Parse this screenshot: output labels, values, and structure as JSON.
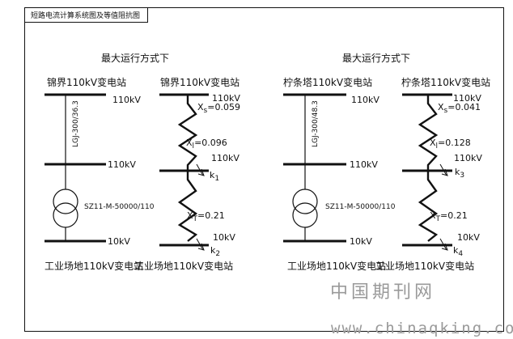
{
  "header": {
    "title": "短路电流计算系统图及等值阻抗图"
  },
  "left": {
    "mode_title": "最大运行方式下",
    "system": {
      "station_top": "锦界110kV变电站",
      "bus_top": "110kV",
      "line_label": "LGJ-300/36.3",
      "bus_mid": "110kV",
      "transformer_label": "SZ11-M-50000/110",
      "bus_bottom": "10kV",
      "station_bottom": "工业场地110kV变电站"
    },
    "equivalent": {
      "station_top": "锦界110kV变电站",
      "bus_top": "110kV",
      "xs": "X",
      "xs_sub": "s",
      "xs_val": "=0.059",
      "xl": "X",
      "xl_sub": "l",
      "xl_val": "=0.096",
      "bus_mid": "110kV",
      "k_mid": "k",
      "k_mid_sub": "1",
      "xt": "X",
      "xt_sub": "T",
      "xt_val": "=0.21",
      "bus_bottom": "10kV",
      "k_bottom": "k",
      "k_bottom_sub": "2",
      "station_bottom": "工业场地110kV变电站"
    }
  },
  "right": {
    "mode_title": "最大运行方式下",
    "system": {
      "station_top": "柠条塔110kV变电站",
      "bus_top": "110kV",
      "line_label": "LGJ-300/48.3",
      "bus_mid": "110kV",
      "transformer_label": "SZ11-M-50000/110",
      "bus_bottom": "10kV",
      "station_bottom": "工业场地110kV变电站"
    },
    "equivalent": {
      "station_top": "柠条塔110kV变电站",
      "bus_top": "110kV",
      "xs": "X",
      "xs_sub": "s",
      "xs_val": "=0.041",
      "xl": "X",
      "xl_sub": "l",
      "xl_val": "=0.128",
      "bus_mid": "110kV",
      "k_mid": "k",
      "k_mid_sub": "3",
      "xt": "X",
      "xt_sub": "T",
      "xt_val": "=0.21",
      "bus_bottom": "10kV",
      "k_bottom": "k",
      "k_bottom_sub": "4",
      "station_bottom": "工业场地110kV变电站"
    }
  },
  "watermark": {
    "line1": "中国期刊网",
    "line2": "www.chinaqking.com"
  }
}
